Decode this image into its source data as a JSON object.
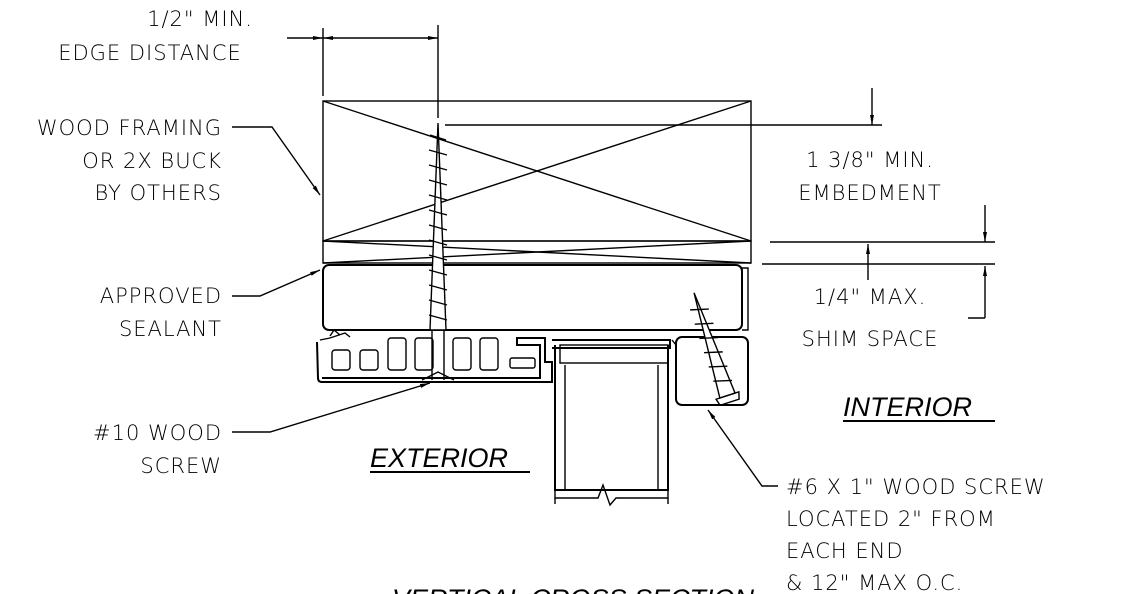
{
  "labels": {
    "edge_distance_1": "1/2\" MIN.",
    "edge_distance_2": "EDGE DISTANCE",
    "wood_framing_1": "WOOD FRAMING",
    "wood_framing_2": "OR 2X BUCK",
    "wood_framing_3": "BY OTHERS",
    "embedment_1": "1 3/8\" MIN.",
    "embedment_2": "EMBEDMENT",
    "sealant_1": "APPROVED",
    "sealant_2": "SEALANT",
    "shim_1": "1/4\" MAX.",
    "shim_2": "SHIM SPACE",
    "interior": "INTERIOR",
    "exterior": "EXTERIOR",
    "wood_screw_10_1": "#10 WOOD",
    "wood_screw_10_2": "SCREW",
    "wood_screw_6_1": "#6 X 1\" WOOD SCREW",
    "wood_screw_6_2": "LOCATED 2\" FROM",
    "wood_screw_6_3": "EACH END",
    "wood_screw_6_4": "& 12\" MAX O.C.",
    "section_title": "VERTICAL CROSS SECTION"
  }
}
